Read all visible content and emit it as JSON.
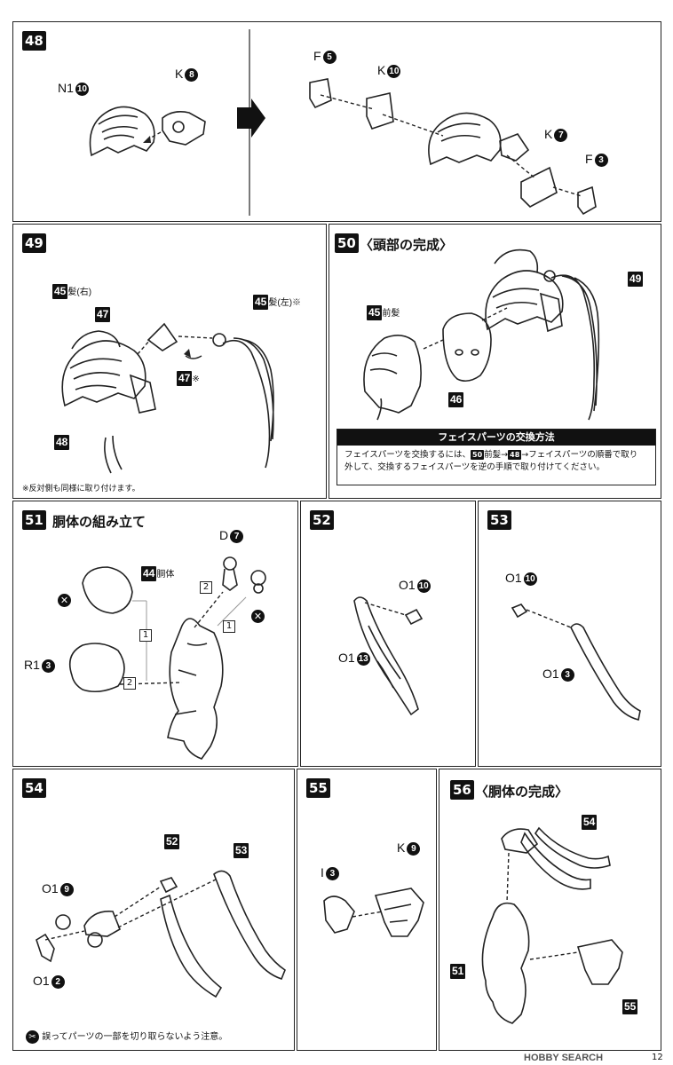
{
  "steps": {
    "s48": {
      "num": "48",
      "labels": {
        "n1": "N1",
        "n1_num": "10",
        "k8": "K",
        "k8_num": "8",
        "f5": "F",
        "f5_num": "5",
        "k10": "K",
        "k10_num": "10",
        "k7": "K",
        "k7_num": "7",
        "f3": "F",
        "f3_num": "3"
      }
    },
    "s49": {
      "num": "49",
      "hair_right": "髪(右)",
      "hair_left": "髪(左)",
      "note_mark": "※",
      "part45": "45",
      "part47": "47",
      "part48": "48",
      "note": "※反対側も同様に取り付けます。"
    },
    "s50": {
      "num": "50",
      "title": "〈頭部の完成〉",
      "part45": "45",
      "front_hair": "前髪",
      "part46": "46",
      "part49": "49",
      "box_title": "フェイスパーツの交換方法",
      "box_text_1": "フェイスパーツを交換するには、",
      "box_ref1": "50",
      "box_text_2": "前髪→",
      "box_ref2": "48",
      "box_text_3": "→フェイスパーツの順番で取り",
      "box_text_4": "外して、交換するフェイスパーツを逆の手順で取り付けてください。"
    },
    "s51": {
      "num": "51",
      "title": "胴体の組み立て",
      "part44": "44",
      "body": "胴体",
      "d7": "D",
      "d7_num": "7",
      "r13": "R1",
      "r13_num": "3",
      "step1": "1",
      "step2": "2",
      "x": "✕"
    },
    "s52": {
      "num": "52",
      "o110": "O1",
      "o110_num": "10",
      "o113": "O1",
      "o113_num": "13"
    },
    "s53": {
      "num": "53",
      "o110": "O1",
      "o110_num": "10",
      "o13": "O1",
      "o13_num": "3"
    },
    "s54": {
      "num": "54",
      "o19": "O1",
      "o19_num": "9",
      "o12": "O1",
      "o12_num": "2",
      "part52": "52",
      "part53": "53",
      "note": "誤ってパーツの一部を切り取らないよう注意。"
    },
    "s55": {
      "num": "55",
      "i3": "I",
      "i3_num": "3",
      "k9": "K",
      "k9_num": "9"
    },
    "s56": {
      "num": "56",
      "title": "〈胴体の完成〉",
      "part54": "54",
      "part51": "51",
      "part55": "55"
    }
  },
  "footer": {
    "watermark": "HOBBY SEARCH",
    "page": "12"
  }
}
